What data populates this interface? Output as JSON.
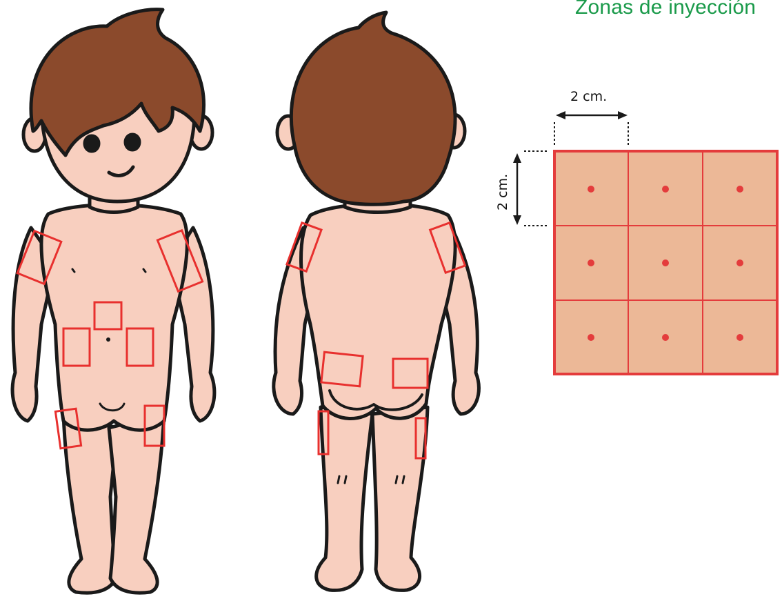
{
  "title": "Zonas de inyección",
  "diagram": {
    "width_label": "2 cm.",
    "height_label": "2 cm.",
    "grid_rows": 3,
    "grid_cols": 3
  },
  "colors": {
    "title": "#1a9a4a",
    "grid_fill": "#ecb897",
    "grid_line": "#e43c3c",
    "zone_outline": "#e8302e",
    "skin": "#f8cfbf",
    "hair": "#8b4a2c"
  },
  "figures": [
    "front-view",
    "back-view"
  ]
}
